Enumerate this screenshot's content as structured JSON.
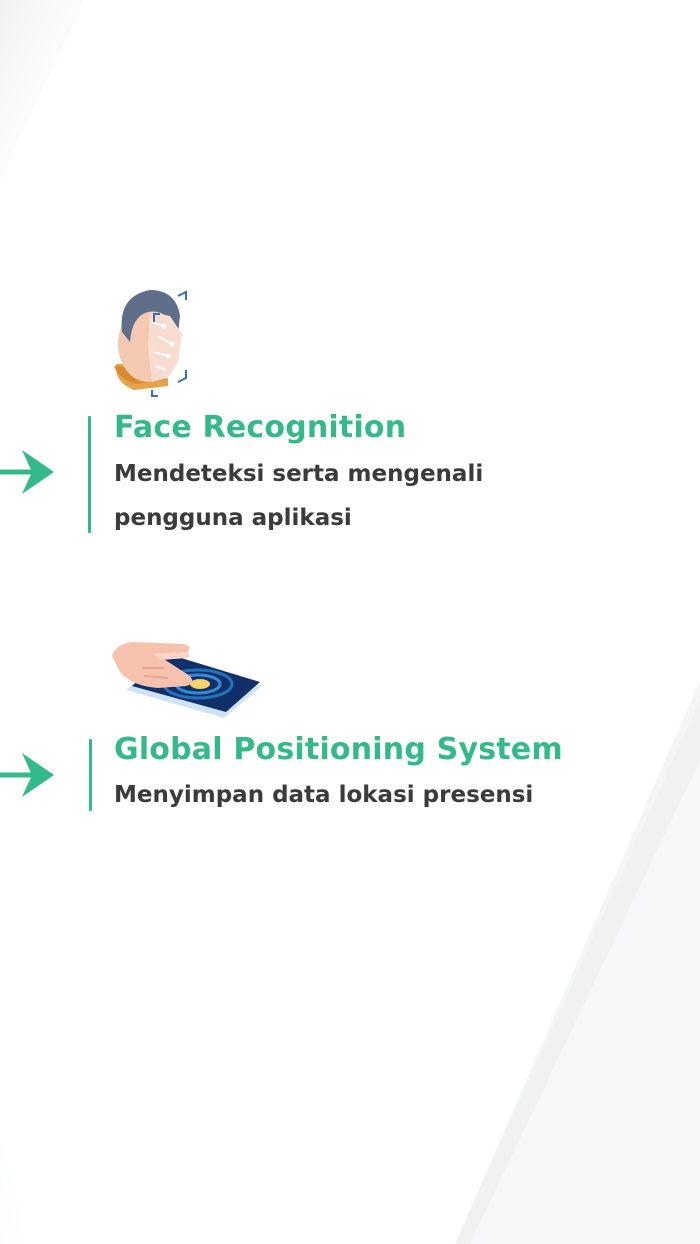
{
  "colors": {
    "accent": "#34b98a",
    "text": "#3b3b3b",
    "background": "#ffffff"
  },
  "features": [
    {
      "title": "Face Recognition",
      "description": "Mendeteksi serta mengenali pengguna aplikasi",
      "illustration": "face-scan-illustration"
    },
    {
      "title": "Global Positioning System",
      "description": "Menyimpan data lokasi presensi",
      "illustration": "hand-tablet-illustration"
    }
  ]
}
